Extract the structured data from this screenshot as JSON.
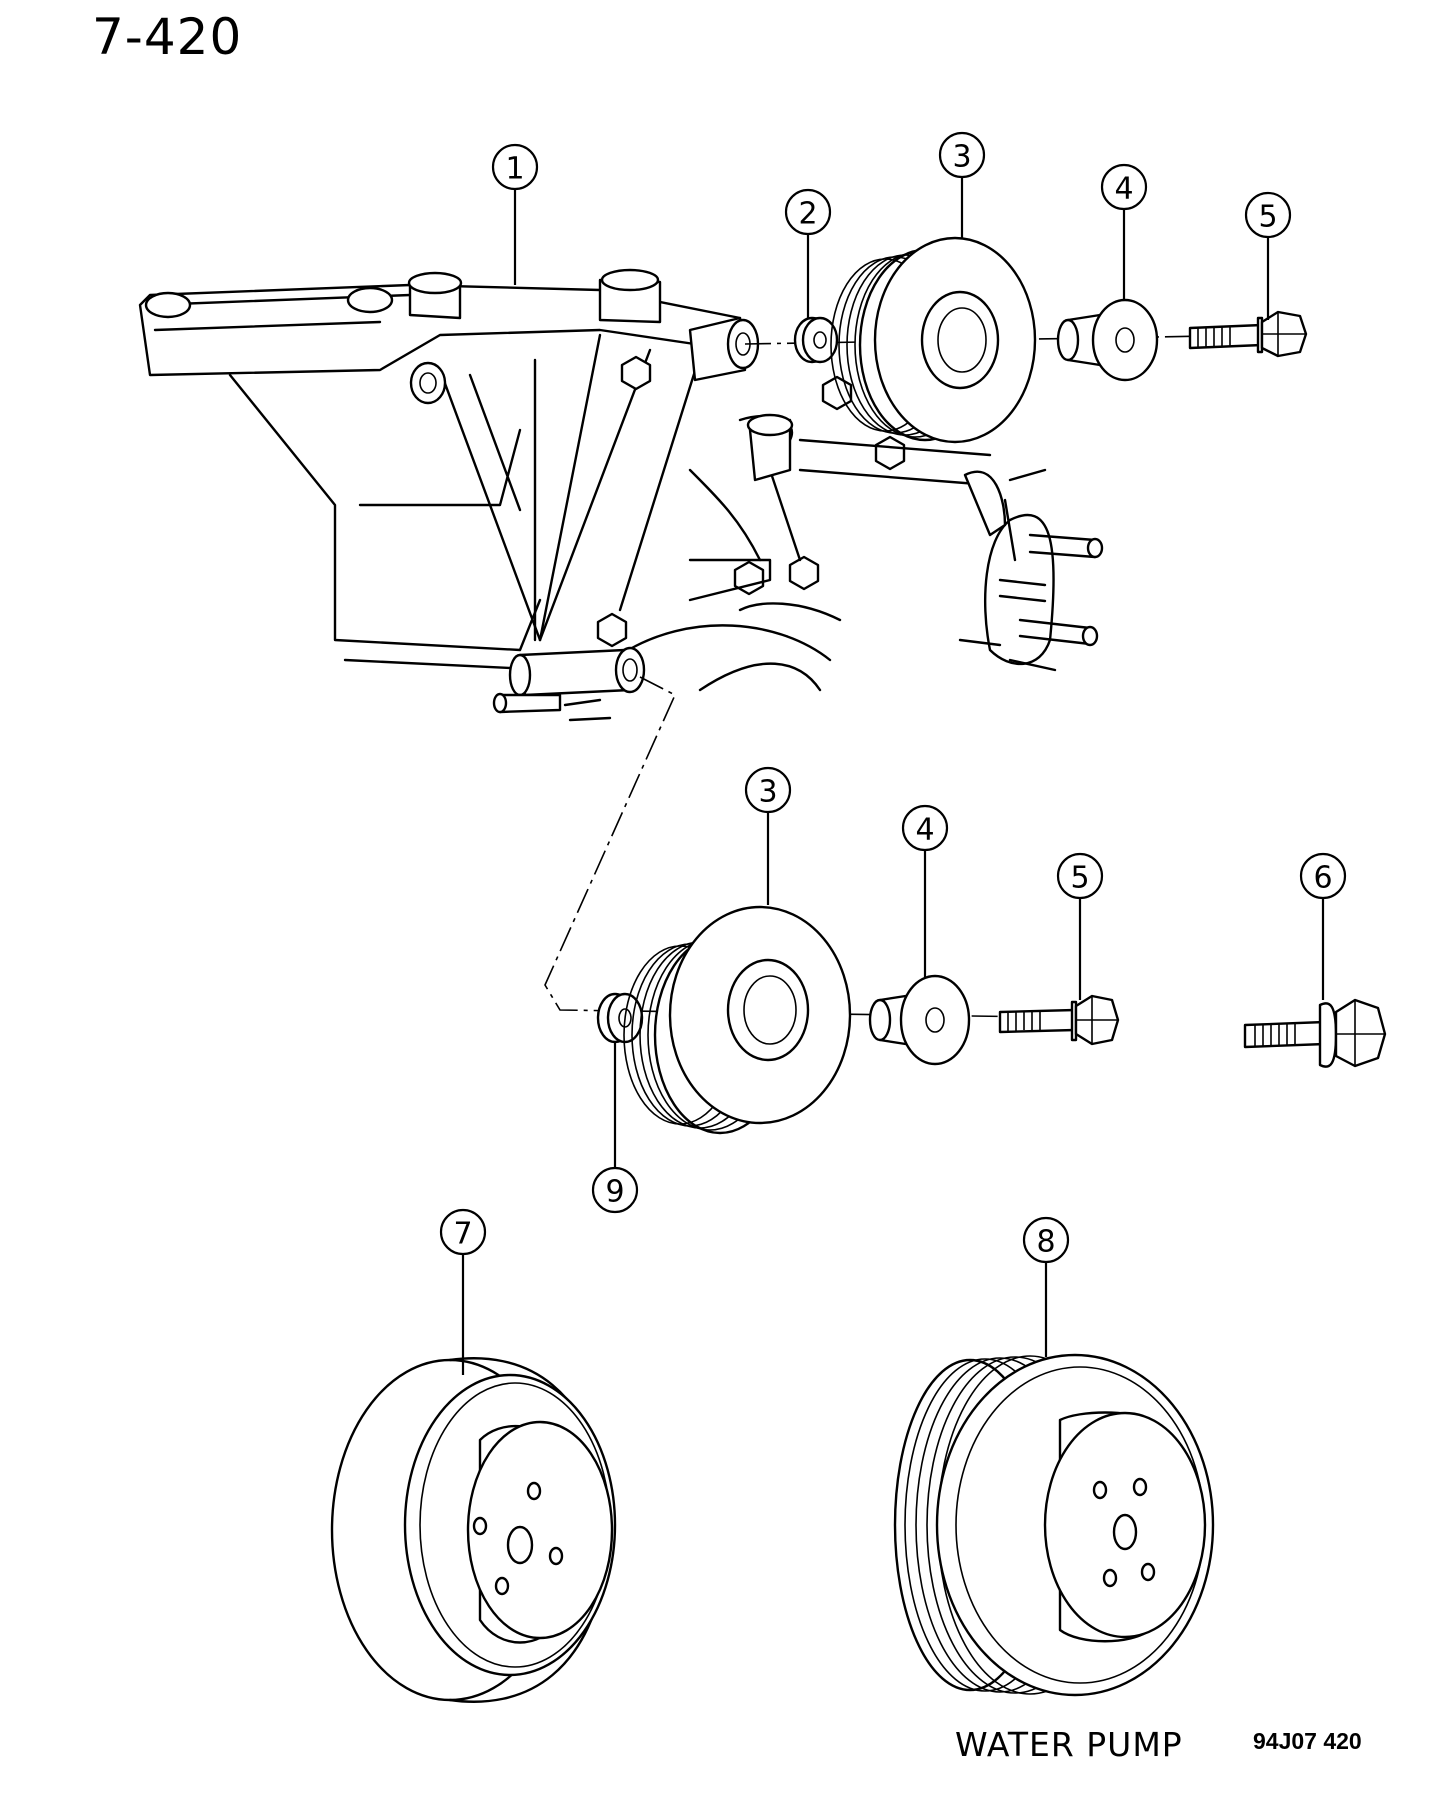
{
  "page_number": "7-420",
  "caption": "WATER PUMP",
  "illustration_code": "94J07 420",
  "callouts": [
    "1",
    "2",
    "3",
    "4",
    "5",
    "3",
    "4",
    "5",
    "6",
    "9",
    "7",
    "8"
  ]
}
